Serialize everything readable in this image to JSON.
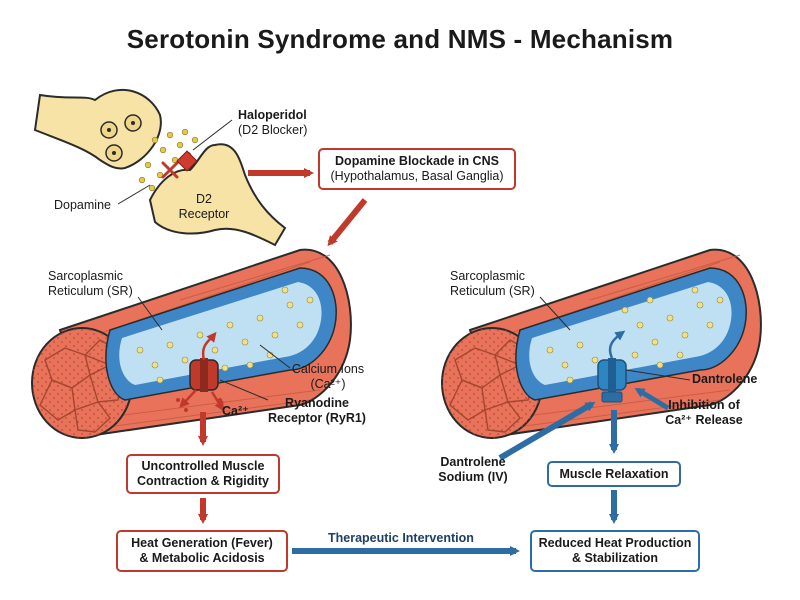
{
  "title": "Serotonin Syndrome and NMS - Mechanism",
  "synapse": {
    "drug_name": "Haloperidol",
    "drug_role": "(D2 Blocker)",
    "dopamine": "Dopamine",
    "receptor_line1": "D2",
    "receptor_line2": "Receptor"
  },
  "boxes": {
    "blockade": {
      "line1": "Dopamine Blockade in CNS",
      "line2": "(Hypothalamus, Basal Ganglia)"
    },
    "contraction": {
      "line1": "Uncontrolled Muscle",
      "line2": "Contraction & Rigidity"
    },
    "heat": {
      "line1": "Heat Generation (Fever)",
      "line2": "& Metabolic Acidosis"
    },
    "relaxation": {
      "line1": "Muscle Relaxation"
    },
    "reduced": {
      "line1": "Reduced Heat Production",
      "line2": "& Stabilization"
    }
  },
  "left_muscle": {
    "sr_line1": "Sarcoplasmic",
    "sr_line2": "Reticulum (SR)",
    "calcium_line1": "Calcium Ions",
    "calcium_line2": "(Ca²⁺)",
    "ca_release": "Ca²⁺",
    "ryr_line1": "Ryanodine",
    "ryr_line2": "Receptor (RyR1)"
  },
  "right_muscle": {
    "sr_line1": "Sarcoplasmic",
    "sr_line2": "Reticulum (SR)",
    "dantrolene": "Dantrolene",
    "inhibition_line1": "Inhibition of",
    "inhibition_line2": "Ca²⁺ Release",
    "drug_line1": "Dantrolene",
    "drug_line2": "Sodium (IV)"
  },
  "intervention_label": "Therapeutic Intervention",
  "colors": {
    "red": "#c0392b",
    "blue": "#2e6da4",
    "muscle": "#e8735a",
    "sr_blue": "#3f86c6",
    "neuron": "#f7e3a6",
    "calcium": "#f0e08a"
  }
}
